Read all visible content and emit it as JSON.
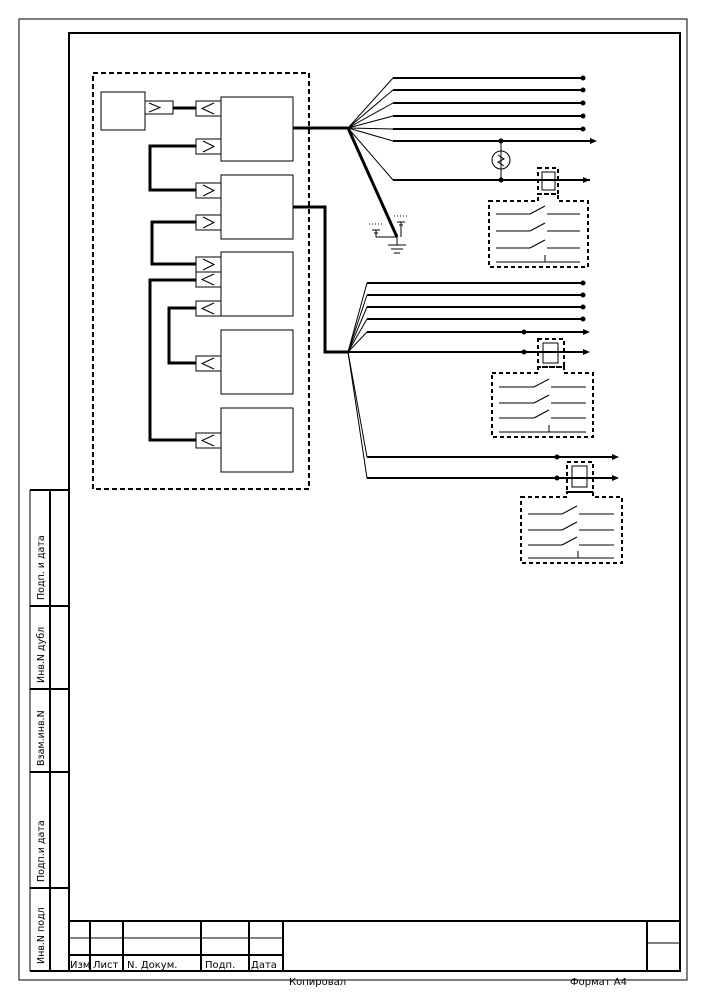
{
  "sheet": {
    "side_stamp": [
      "Инв.N подл",
      "Подп.и дата",
      "Взам.инв.N",
      "Инв.N дубл",
      "Подп. и дата"
    ],
    "title_block_headers": [
      "Изм",
      "Лист",
      "N. Докум.",
      "Подп.",
      "Дата"
    ],
    "copied_label": "Копировал",
    "format_label": "Формат А4"
  }
}
